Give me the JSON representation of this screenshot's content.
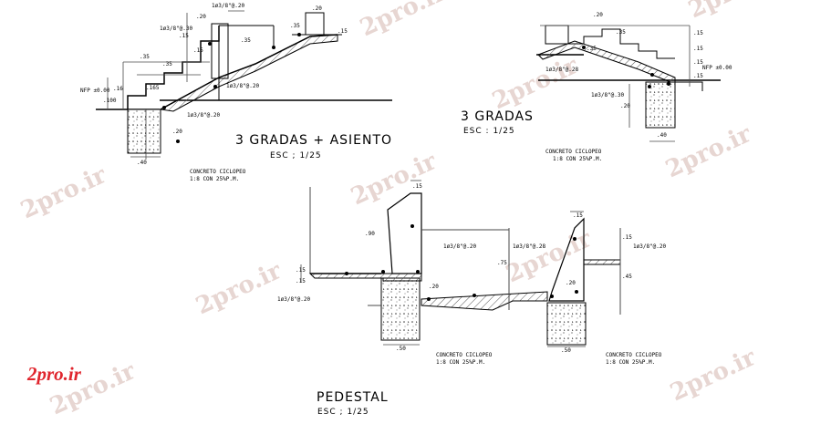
{
  "colors": {
    "line": "#000000",
    "dim": "#4a4a4a",
    "watermark": "#e7d6d2",
    "brand": "#e0262e",
    "hatch": "#555555"
  },
  "watermark": "2pro.ir",
  "brand_logo": "2pro.ir",
  "drawing1": {
    "title": "3 GRADAS + ASIENTO",
    "scale": "ESC ; 1/25",
    "rebar_1": "1ø3/8\"@.20",
    "rebar_2": "1ø3/8\"@.30",
    "rebar_3": "1ø3/8\"@.20",
    "rebar_4": "1ø3/8\"@.20",
    "nfp": "NFP ±0.00",
    "dims": [
      ".20",
      ".35",
      ".15",
      ".35",
      ".35",
      ".15",
      ".35",
      ".20",
      ".15",
      ".165",
      ".16",
      ".100",
      ".20",
      ".40"
    ],
    "concrete": "CONCRETO CICLOPEO",
    "mix": "1:8 CON 25%P.M."
  },
  "drawing2": {
    "title": "3 GRADAS",
    "scale": "ESC : 1/25",
    "rebar_1": "1ø3/8\"@.28",
    "rebar_2": "1ø3/8\"@.30",
    "nfp": "NFP ±0.00",
    "dims": [
      ".20",
      ".35",
      ".35",
      ".15",
      ".15",
      ".15",
      ".15",
      ".20",
      ".40"
    ],
    "concrete": "CONCRETO CICLOPEO",
    "mix": "1:8 CON 25%P.M."
  },
  "drawing3": {
    "title": "PEDESTAL",
    "scale": "ESC ; 1/25",
    "rebar_1": "1ø3/8\"@.20",
    "rebar_2": "1ø3/8\"@.28",
    "rebar_3": "1ø3/8\"@.20",
    "rebar_4": "1ø3/8\"@.20",
    "dims_left": [
      ".15",
      ".90",
      ".15",
      ".15",
      ".20",
      ".50"
    ],
    "dims_right": [
      ".15",
      ".75",
      ".15",
      ".45",
      ".20",
      ".50"
    ],
    "concrete_1": "CONCRETO CICLOPEO",
    "mix_1": "1:8 CON 25%P.M.",
    "concrete_2": "CONCRETO CICLOPEO",
    "mix_2": "1:8 CON 25%P.M."
  }
}
